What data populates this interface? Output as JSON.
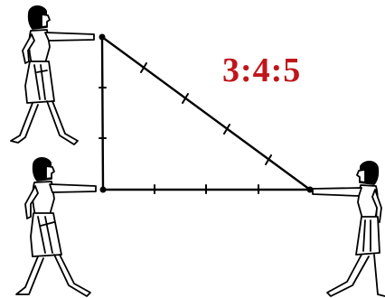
{
  "ratio_label": "3:4:5",
  "colors": {
    "ratio": "#c0161b",
    "ink": "#000000",
    "skin": "#ffffff"
  },
  "figures": [
    {
      "name": "surveyor-top-left",
      "pose": "right-arm-forward"
    },
    {
      "name": "surveyor-bottom-left",
      "pose": "right-arm-forward"
    },
    {
      "name": "surveyor-bottom-right",
      "pose": "left-arm-forward"
    }
  ],
  "triangle": {
    "sides": [
      {
        "name": "vertical-side",
        "units": 3
      },
      {
        "name": "horizontal-side",
        "units": 4
      },
      {
        "name": "hypotenuse",
        "units": 5
      }
    ]
  }
}
